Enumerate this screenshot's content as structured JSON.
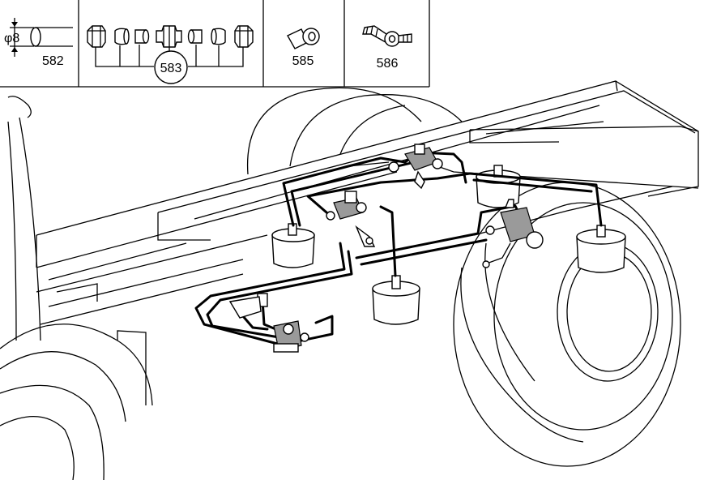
{
  "legend": {
    "p582": {
      "diameter_label": "φ8",
      "number": "582"
    },
    "p583": {
      "number": "583"
    },
    "p585": {
      "number": "585"
    },
    "p586": {
      "number": "586"
    }
  },
  "colors": {
    "ink": "#000000",
    "paper": "#ffffff",
    "shade": "#9a9a9a"
  }
}
